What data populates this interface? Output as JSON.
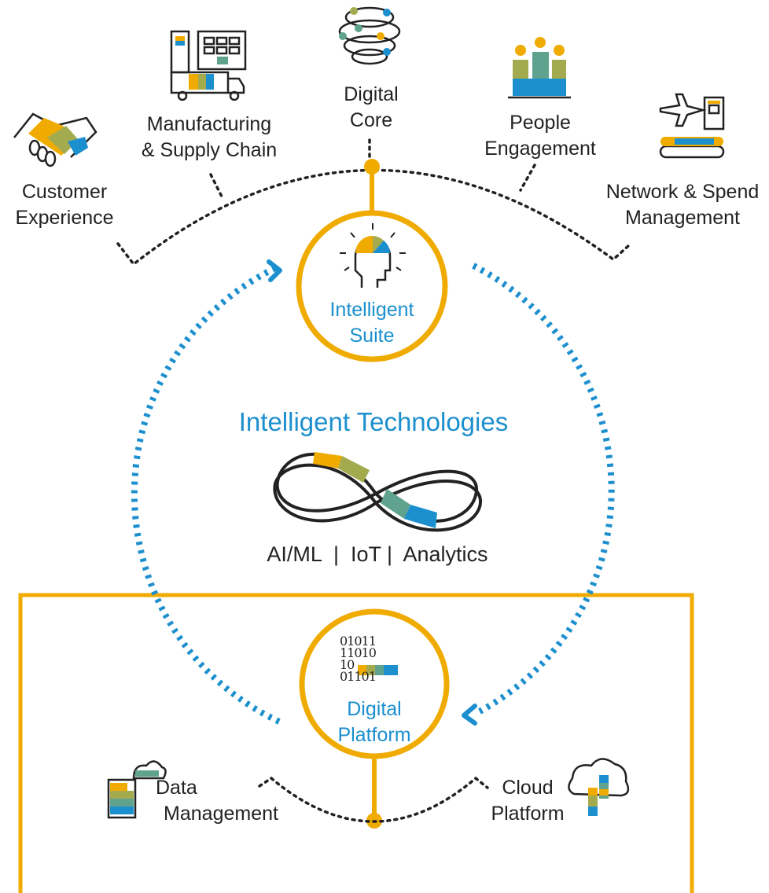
{
  "colors": {
    "gold": "#f0ab00",
    "blue": "#1c8fce",
    "olive": "#a4ab4f",
    "teal": "#5fa38e",
    "dark": "#222222"
  },
  "top_segments": [
    {
      "id": "customer-experience",
      "lines": [
        "Customer",
        "Experience"
      ],
      "icon": "handshake-icon"
    },
    {
      "id": "manufacturing",
      "lines": [
        "Manufacturing",
        "& Supply Chain"
      ],
      "icon": "factory-truck-icon"
    },
    {
      "id": "digital-core",
      "lines": [
        "Digital",
        "Core"
      ],
      "icon": "spiral-core-icon"
    },
    {
      "id": "people-engagement",
      "lines": [
        "People",
        "Engagement"
      ],
      "icon": "people-icon"
    },
    {
      "id": "network-spend",
      "lines": [
        "Network & Spend",
        "Management"
      ],
      "icon": "plane-device-icon"
    }
  ],
  "intelligent_suite": {
    "lines": [
      "Intelligent",
      "Suite"
    ],
    "icon": "head-brain-icon"
  },
  "intelligent_technologies": {
    "title": "Intelligent Technologies",
    "items": "AI/ML  |  IoT |  Analytics",
    "icon": "infinity-loop-icon"
  },
  "digital_platform": {
    "lines": [
      "Digital",
      "Platform"
    ],
    "icon": "binary-code-icon",
    "binary_rows": [
      "01011",
      "11010",
      "10",
      "01101"
    ]
  },
  "bottom_segments": [
    {
      "id": "data-management",
      "lines": [
        "Data",
        "Management"
      ],
      "icon": "documents-cloud-icon"
    },
    {
      "id": "cloud-platform",
      "lines": [
        "Cloud",
        "Platform"
      ],
      "icon": "cloud-bars-icon"
    }
  ]
}
